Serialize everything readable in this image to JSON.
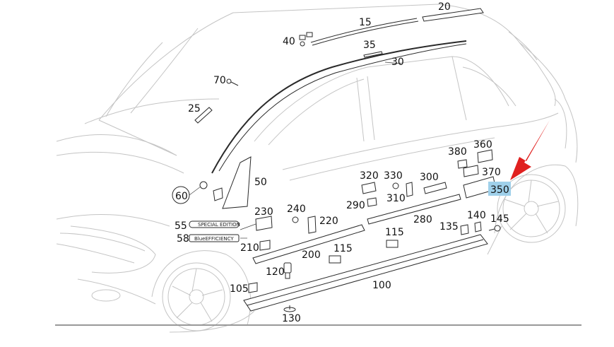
{
  "callouts": [
    {
      "id": "c20",
      "label": "20"
    },
    {
      "id": "c15",
      "label": "15"
    },
    {
      "id": "c40",
      "label": "40"
    },
    {
      "id": "c35",
      "label": "35"
    },
    {
      "id": "c30",
      "label": "30"
    },
    {
      "id": "c70",
      "label": "70"
    },
    {
      "id": "c25",
      "label": "25"
    },
    {
      "id": "c60",
      "label": "60"
    },
    {
      "id": "c50",
      "label": "50"
    },
    {
      "id": "c55",
      "label": "55"
    },
    {
      "id": "c58",
      "label": "58"
    },
    {
      "id": "c230",
      "label": "230"
    },
    {
      "id": "c240",
      "label": "240"
    },
    {
      "id": "c220",
      "label": "220"
    },
    {
      "id": "c210",
      "label": "210"
    },
    {
      "id": "c200",
      "label": "200"
    },
    {
      "id": "c115a",
      "label": "115"
    },
    {
      "id": "c115b",
      "label": "115"
    },
    {
      "id": "c120",
      "label": "120"
    },
    {
      "id": "c105",
      "label": "105"
    },
    {
      "id": "c100",
      "label": "100"
    },
    {
      "id": "c130",
      "label": "130"
    },
    {
      "id": "c320",
      "label": "320"
    },
    {
      "id": "c330",
      "label": "330"
    },
    {
      "id": "c300",
      "label": "300"
    },
    {
      "id": "c310",
      "label": "310"
    },
    {
      "id": "c290",
      "label": "290"
    },
    {
      "id": "c280",
      "label": "280"
    },
    {
      "id": "c380",
      "label": "380"
    },
    {
      "id": "c360",
      "label": "360"
    },
    {
      "id": "c370",
      "label": "370"
    },
    {
      "id": "c140",
      "label": "140"
    },
    {
      "id": "c135",
      "label": "135"
    },
    {
      "id": "c145",
      "label": "145"
    }
  ],
  "highlight": {
    "label": "350",
    "color": "#9fd0ea"
  },
  "badges": {
    "special_edition": "SPECIAL EDITION",
    "blue_efficiency": "BlueEFFICIENCY"
  },
  "colors": {
    "arrow": "#e0201f",
    "car_outline": "#c4c4c4",
    "part_outline": "#2a2a2a",
    "baseline": "#999999"
  }
}
